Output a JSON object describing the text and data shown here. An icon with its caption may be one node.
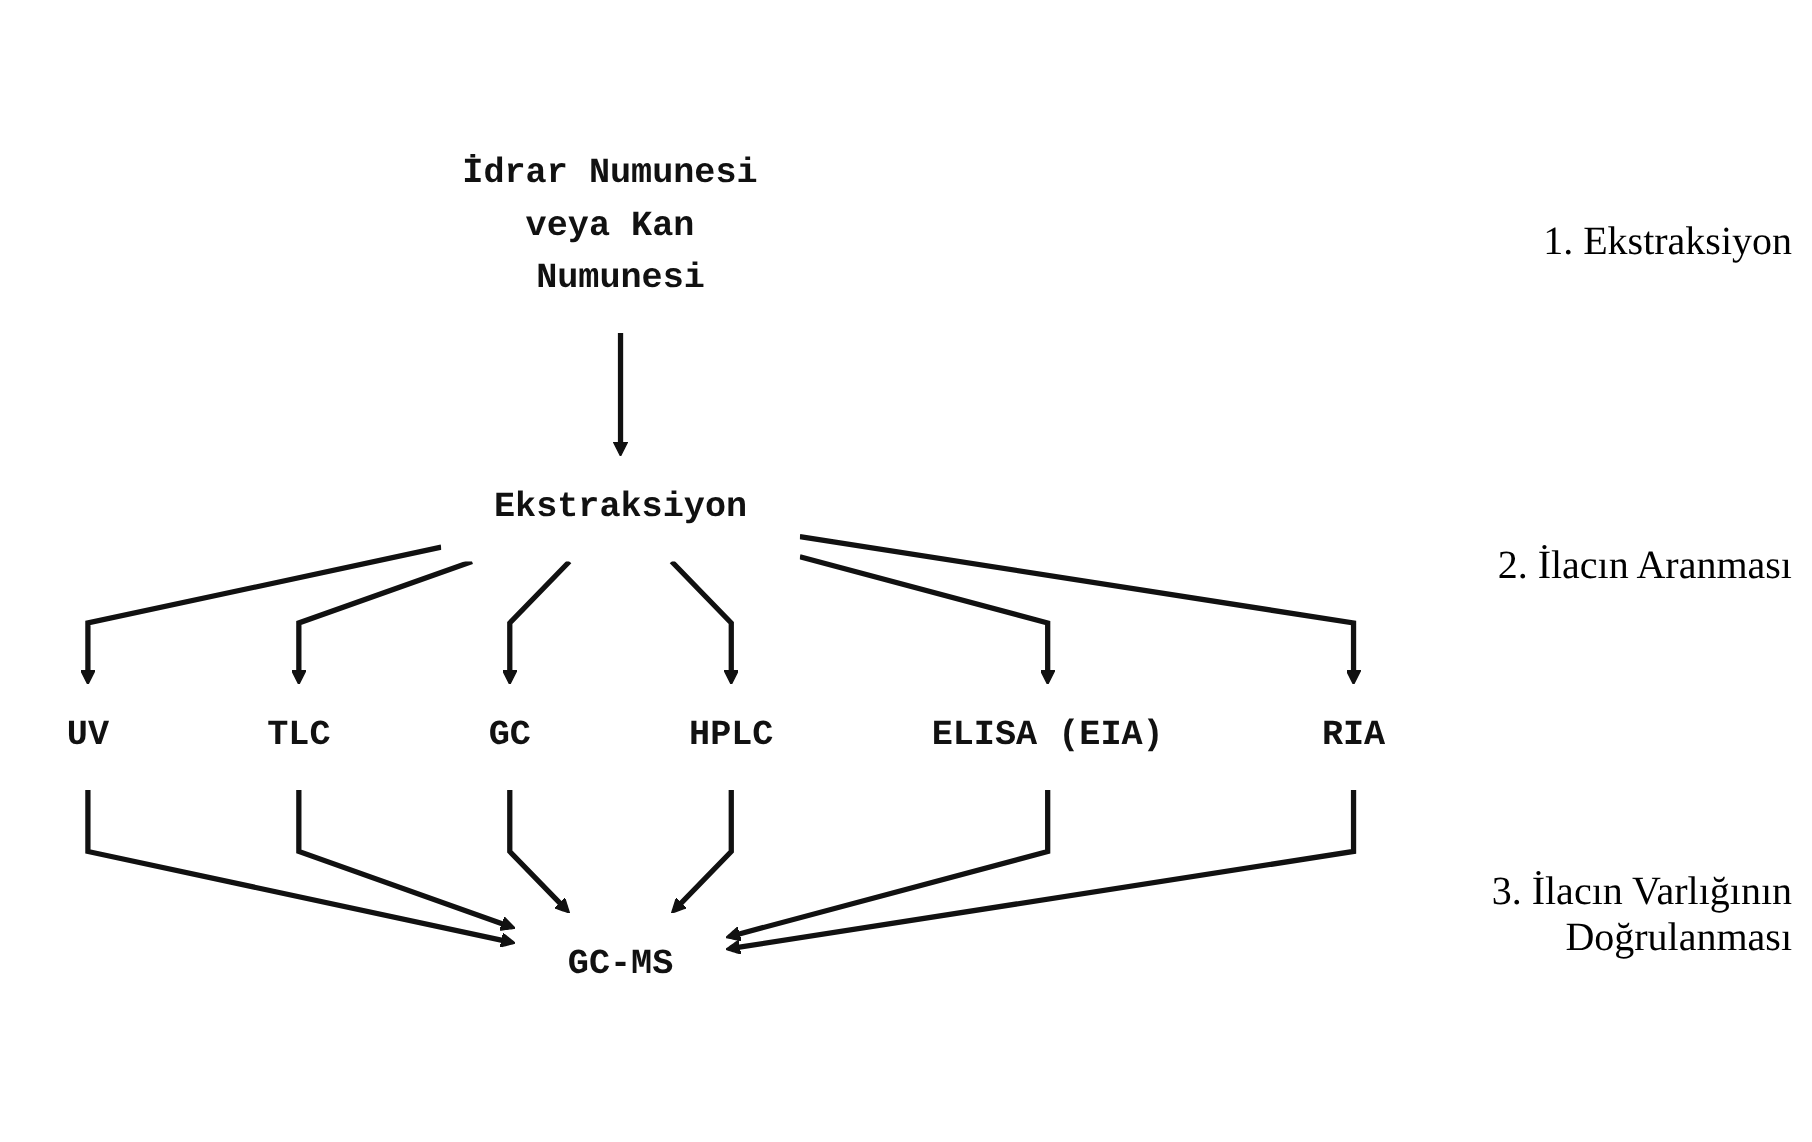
{
  "diagram": {
    "nodes": [
      {
        "text": [
          "İdrar Numunesi veya Kan Numunesi"
        ]
      },
      {
        "text": [
          "Ekstraksiyon"
        ]
      },
      {
        "text": [
          "UV"
        ]
      },
      {
        "text": [
          "TLC"
        ]
      },
      {
        "text": [
          "GC"
        ]
      },
      {
        "text": [
          "HPLC"
        ]
      },
      {
        "text": [
          "ELISA (EIA)"
        ]
      },
      {
        "text": [
          "RIA"
        ]
      },
      {
        "text": [
          "GC-MS"
        ]
      }
    ],
    "edges": [
      {
        "from": 0,
        "to": 1,
        "arrow": "to"
      },
      {
        "from": 1,
        "to": 2,
        "arrow": "to"
      },
      {
        "from": 1,
        "to": 3,
        "arrow": "to"
      },
      {
        "from": 1,
        "to": 4,
        "arrow": "to"
      },
      {
        "from": 1,
        "to": 5,
        "arrow": "to"
      },
      {
        "from": 1,
        "to": 6,
        "arrow": "to"
      },
      {
        "from": 1,
        "to": 7,
        "arrow": "to"
      },
      {
        "from": 2,
        "to": 8,
        "arrow": "to"
      },
      {
        "from": 3,
        "to": 8,
        "arrow": "to"
      },
      {
        "from": 4,
        "to": 8,
        "arrow": "to"
      },
      {
        "from": 5,
        "to": 8,
        "arrow": "to"
      },
      {
        "from": 6,
        "to": 8,
        "arrow": "to"
      },
      {
        "from": 7,
        "to": 8,
        "arrow": "to"
      }
    ],
    "labels": [
      "1. Ekstraksiyon",
      "2. İlacın Aranması",
      "3. İlacın Varlığının Doğrulanması"
    ]
  }
}
